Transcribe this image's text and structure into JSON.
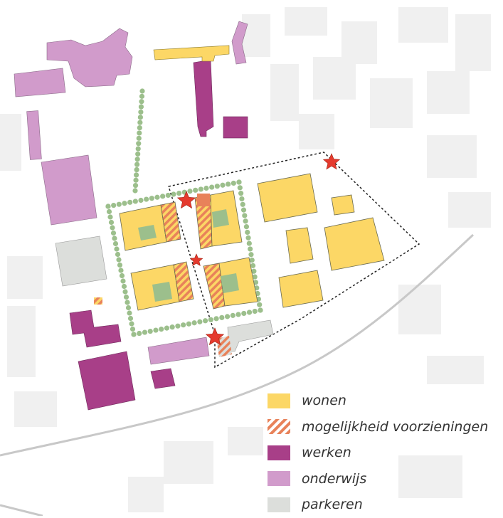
{
  "colors": {
    "wonen": "#fcd766",
    "voorzieningen": "#e8825a",
    "werken": "#a83f88",
    "onderwijs": "#d19bcb",
    "parkeren": "#dcdedb",
    "groen": "#9cbf8c",
    "ster": "#e53a2e",
    "achtergrond": "#efefef"
  },
  "legend": {
    "items": [
      {
        "key": "wonen",
        "label": "wonen",
        "pattern": "solid"
      },
      {
        "key": "voorzieningen",
        "label": "mogelijkheid voorzieningen",
        "pattern": "hatch"
      },
      {
        "key": "werken",
        "label": "werken",
        "pattern": "solid"
      },
      {
        "key": "onderwijs",
        "label": "onderwijs",
        "pattern": "solid"
      },
      {
        "key": "parkeren",
        "label": "parkeren",
        "pattern": "solid"
      }
    ]
  },
  "map": {
    "icons": [
      "star-icon",
      "tree-row",
      "rail-line"
    ]
  }
}
